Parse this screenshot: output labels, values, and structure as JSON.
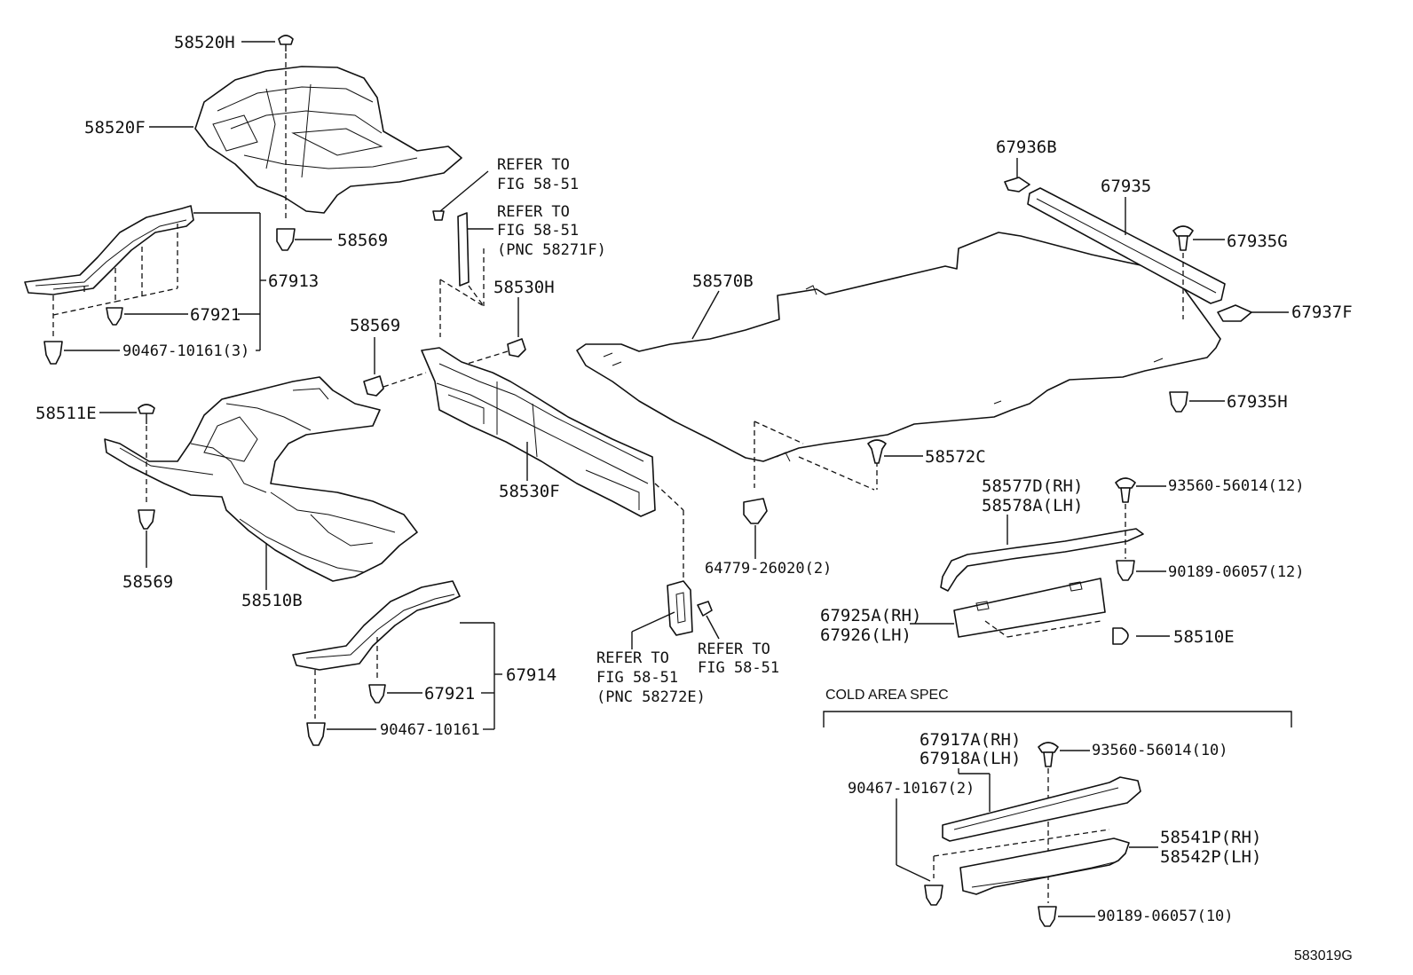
{
  "labels": {
    "p58520H": "58520H",
    "p58520F": "58520F",
    "p58569_a": "58569",
    "p67913": "67913",
    "p67921_a": "67921",
    "p90467_3": "90467-10161(3)",
    "refer_a_1": "REFER TO",
    "refer_a_2": "FIG 58-51",
    "refer_b_1": "REFER TO",
    "refer_b_2": "FIG 58-51",
    "refer_b_3": "(PNC 58271F)",
    "p58530H": "58530H",
    "p58569_b": "58569",
    "p58511E": "58511E",
    "p58569_c": "58569",
    "p58510B": "58510B",
    "p58530F": "58530F",
    "p67921_b": "67921",
    "p67914": "67914",
    "p90467_b": "90467-10161",
    "refer_c_1": "REFER TO",
    "refer_c_2": "FIG 58-51",
    "refer_c_3": "(PNC 58272E)",
    "refer_d_1": "REFER TO",
    "refer_d_2": "FIG 58-51",
    "p58570B": "58570B",
    "p64779": "64779-26020(2)",
    "p58572C": "58572C",
    "p67936B": "67936B",
    "p67935": "67935",
    "p67935G": "67935G",
    "p67937F": "67937F",
    "p67935H": "67935H",
    "p58577D": "58577D(RH)",
    "p58578A": "58578A(LH)",
    "p93560_12": "93560-56014(12)",
    "p90189_12": "90189-06057(12)",
    "p67925A": "67925A(RH)",
    "p67926": "67926(LH)",
    "p58510E": "58510E",
    "cold_area": "COLD AREA SPEC",
    "p67917A": "67917A(RH)",
    "p67918A": "67918A(LH)",
    "p93560_10": "93560-56014(10)",
    "p90467_2": "90467-10167(2)",
    "p58541P": "58541P(RH)",
    "p58542P": "58542P(LH)",
    "p90189_10": "90189-06057(10)",
    "diagram_id": "583019G"
  }
}
